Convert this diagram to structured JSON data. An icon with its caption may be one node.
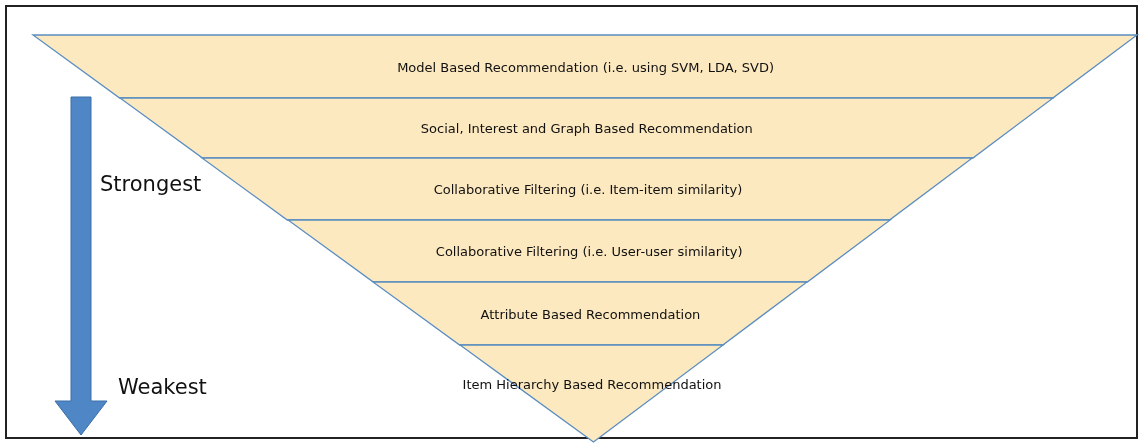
{
  "diagram": {
    "nodes": [
      {
        "text": [
          "Model Based Recommendation (i.e. using SVM, LDA, SVD)"
        ]
      },
      {
        "text": [
          "Social, Interest and Graph Based Recommendation"
        ]
      },
      {
        "text": [
          "Collaborative Filtering (i.e. Item-item similarity)"
        ]
      },
      {
        "text": [
          "Collaborative Filtering (i.e. User-user similarity)"
        ]
      },
      {
        "text": [
          "Attribute Based Recommendation"
        ]
      },
      {
        "text": [
          "Item Hierarchy Based Recommendation"
        ]
      }
    ],
    "edges": [],
    "labels": [
      "Strongest",
      "Weakest"
    ]
  }
}
